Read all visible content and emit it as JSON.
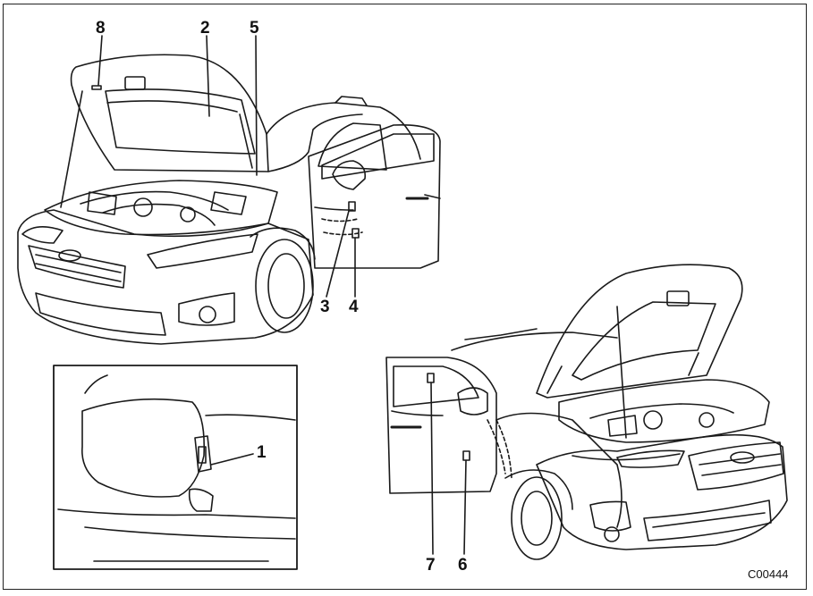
{
  "figure": {
    "code": "C00444",
    "callouts": [
      "1",
      "2",
      "3",
      "4",
      "5",
      "6",
      "7",
      "8"
    ]
  },
  "views": {
    "top_left": "car-front-left-hood-open",
    "inset": "seat-belt-buckle-detail",
    "bottom_right": "car-front-right-hood-open"
  }
}
